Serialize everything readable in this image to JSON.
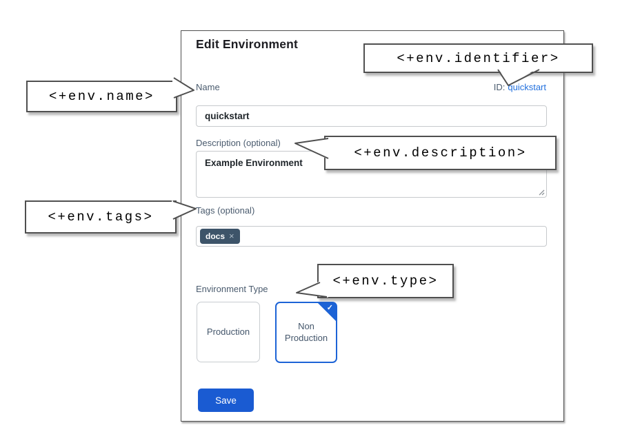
{
  "dialog": {
    "title": "Edit Environment",
    "name_field": {
      "label": "Name",
      "value": "quickstart"
    },
    "id_field": {
      "label": "ID:",
      "value": "quickstart"
    },
    "description_field": {
      "label": "Description (optional)",
      "value": "Example Environment"
    },
    "tags_field": {
      "label": "Tags (optional)",
      "tags": [
        {
          "label": "docs",
          "remove_icon": "×"
        }
      ]
    },
    "environment_type": {
      "label": "Environment Type",
      "options": [
        {
          "label": "Production",
          "selected": false
        },
        {
          "label": "Non Production",
          "selected": true
        }
      ],
      "check_icon": "✓"
    },
    "save_button": "Save"
  },
  "callouts": {
    "identifier": "<+env.identifier>",
    "name": "<+env.name>",
    "description": "<+env.description>",
    "tags": "<+env.tags>",
    "type": "<+env.type>"
  },
  "colors": {
    "primary_blue": "#1a5bd2",
    "selected_border_blue": "#1c63d6",
    "link_blue": "#2270dd",
    "tag_chip": "#3d5469",
    "label_slate": "#4a5b6e",
    "callout_border": "#4f4f4f"
  }
}
